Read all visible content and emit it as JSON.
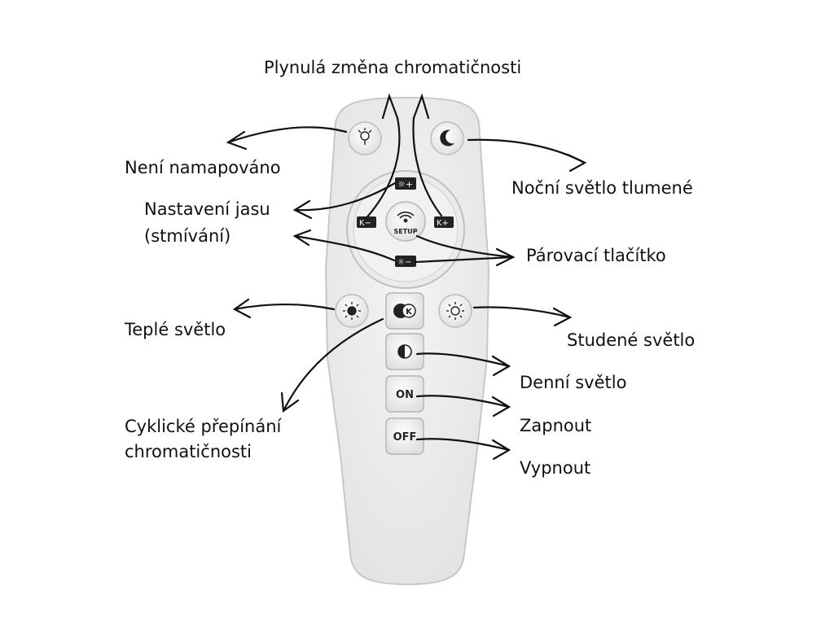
{
  "labels": {
    "top_gradual": "Plynulá změna chromatičnosti",
    "not_mapped": "Není namapováno",
    "night_dim": "Noční světlo tlumené",
    "brightness_line1": "Nastavení jasu",
    "brightness_line2": "(stmívání)",
    "pairing": "Párovací tlačítko",
    "warm": "Teplé světlo",
    "cool": "Studené světlo",
    "cyclic_line1": "Cyklické přepínání",
    "cyclic_line2": "chromatičnosti",
    "daylight": "Denní světlo",
    "on_label": "Zapnout",
    "off_label": "Vypnout"
  },
  "buttons": {
    "setup": "SETUP",
    "k": "K",
    "on": "ON",
    "off": "OFF"
  },
  "colors": {
    "remote_body": "#eeeeee",
    "remote_edge": "#c8c8c8",
    "button_face": "#f6f6f6",
    "text": "#111111",
    "arrow": "#111111"
  }
}
